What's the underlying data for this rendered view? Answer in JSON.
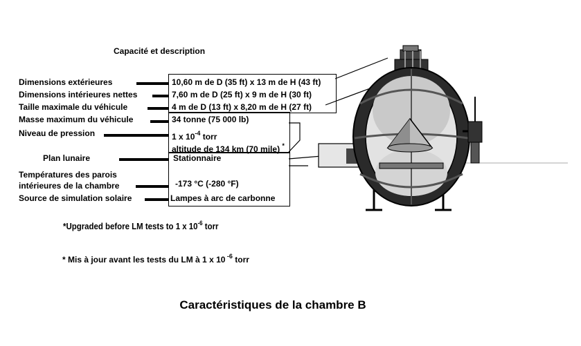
{
  "heading": "Capacité et description",
  "rows": [
    {
      "label": "Dimensions extérieures",
      "value": "10,60 m de D (35 ft) x 13 m de H (43 ft)"
    },
    {
      "label": "Dimensions intérieures nettes",
      "value": "7,60 m de D (25 ft) x 9 m  de H (30 ft)"
    },
    {
      "label": "Taille maximale du véhicule",
      "value": "4 m de D (13 ft) x 8,20 m de H (27 ft)"
    },
    {
      "label": "Masse maximum du véhicule",
      "value": "34 tonne (75 000 lb)"
    },
    {
      "label": "Niveau de pression",
      "value_line1": "1 x 10",
      "value_exp": "-4",
      "value_line1_unit": " torr",
      "value_line2": "altitude de 134 km (70 mile)",
      "value_star": "*"
    },
    {
      "label": "Plan lunaire",
      "value": "Stationnaire"
    },
    {
      "label_line1": "Températures des parois",
      "label_line2": "intérieures de la chambre",
      "value": "-173 °C (-280 °F)"
    },
    {
      "label": "Source de simulation solaire",
      "value": "Lampes à arc de carbonne"
    }
  ],
  "note_en": {
    "prefix": "*Upgraded before LM tests to 1 x 10",
    "exp": "-6",
    "suffix": " torr"
  },
  "note_fr": {
    "prefix": "* Mis à jour avant les tests du LM à 1 x 10",
    "exp": " -6",
    "suffix": " torr"
  },
  "caption": "Caractéristiques de la chambre B"
}
